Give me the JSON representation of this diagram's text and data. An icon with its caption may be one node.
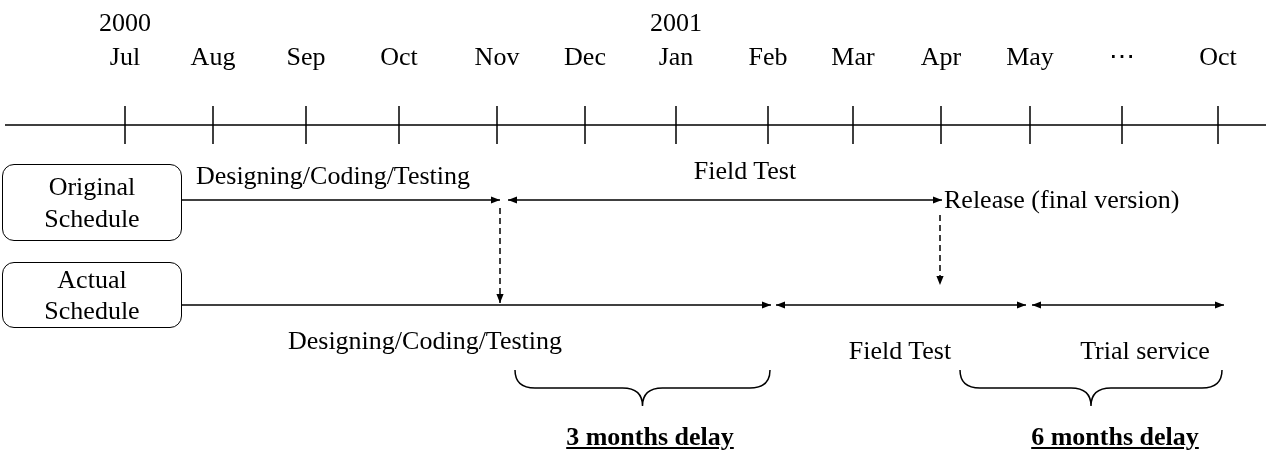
{
  "diagram": {
    "nodes": [
      {
        "text": [
          "Original Schedule"
        ]
      },
      {
        "text": [
          "Actual Schedule"
        ]
      },
      {
        "text": [
          "Release (final version)"
        ]
      }
    ],
    "edges": [
      {
        "from": 0,
        "to": null,
        "arrow": "to",
        "label": "Designing/Coding/Testing"
      },
      {
        "from": null,
        "to": 2,
        "arrow": "both",
        "label": "Field Test"
      },
      {
        "from": 2,
        "to": null,
        "arrow": "to",
        "style": "dashed"
      },
      {
        "from": 1,
        "to": null,
        "arrow": "to",
        "label": "Designing/Coding/Testing"
      }
    ],
    "labels": [
      "2000",
      "2001",
      "Jul",
      "Aug",
      "Sep",
      "Oct",
      "Nov",
      "Dec",
      "Jan",
      "Feb",
      "Mar",
      "Apr",
      "May",
      "⋯",
      "Oct",
      "Field Test",
      "Trial service",
      "3 months delay",
      "6 months delay"
    ]
  }
}
